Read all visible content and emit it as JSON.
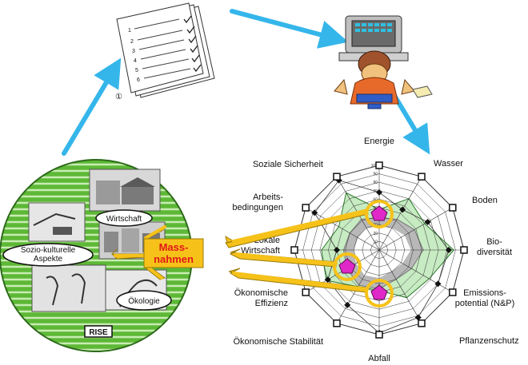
{
  "radar": {
    "axes": [
      "Energie",
      "Wasser",
      "Boden",
      "Bio-|diversität",
      "Emissions-|potential (N&P)",
      "Pflanzenschutz",
      "Abfall",
      "Ökonomische Stabilität",
      "Ökonomische|Effizienz",
      "Lokale|Wirtschaft",
      "Arbeits-|bedingungen",
      "Soziale Sicherheit"
    ],
    "tick_labels": [
      "0",
      "10",
      "20",
      "30",
      "40",
      "50",
      "60",
      "70",
      "80",
      "90",
      "100"
    ],
    "green_area": [
      48,
      70,
      62,
      88,
      68,
      65,
      48,
      50,
      72,
      68,
      55,
      78
    ],
    "gray_area": [
      38,
      42,
      48,
      52,
      44,
      40,
      46,
      48,
      44,
      42,
      40,
      42
    ],
    "black_markers": [
      68,
      55,
      66,
      82,
      80,
      92,
      98,
      75,
      70,
      50,
      88,
      95
    ],
    "white_markers": [
      100,
      100,
      100,
      100,
      100,
      100,
      100,
      100,
      100,
      100,
      100,
      100
    ]
  },
  "circle": {
    "wirtschaft": "Wirtschaft",
    "sozio_line1": "Sozio-kulturelle",
    "sozio_line2": "Aspekte",
    "oekologie": "Ökologie",
    "rise": "RISE"
  },
  "massnahmen": {
    "line1": "Mass-",
    "line2": "nahmen"
  },
  "checklist": {
    "numbers": [
      "1",
      "2",
      "3",
      "4",
      "5",
      "6"
    ],
    "circle_number": "①"
  },
  "colors": {
    "arrow_blue": "#35b6ea",
    "arrow_yellow": "#f6c21a",
    "circle_green": "#5db836",
    "radar_green": "#c7ebc2",
    "radar_gray": "#b8b8b8",
    "magenta": "#e028c8",
    "mass_box": "#f6c21a",
    "mass_text": "#e01818"
  }
}
